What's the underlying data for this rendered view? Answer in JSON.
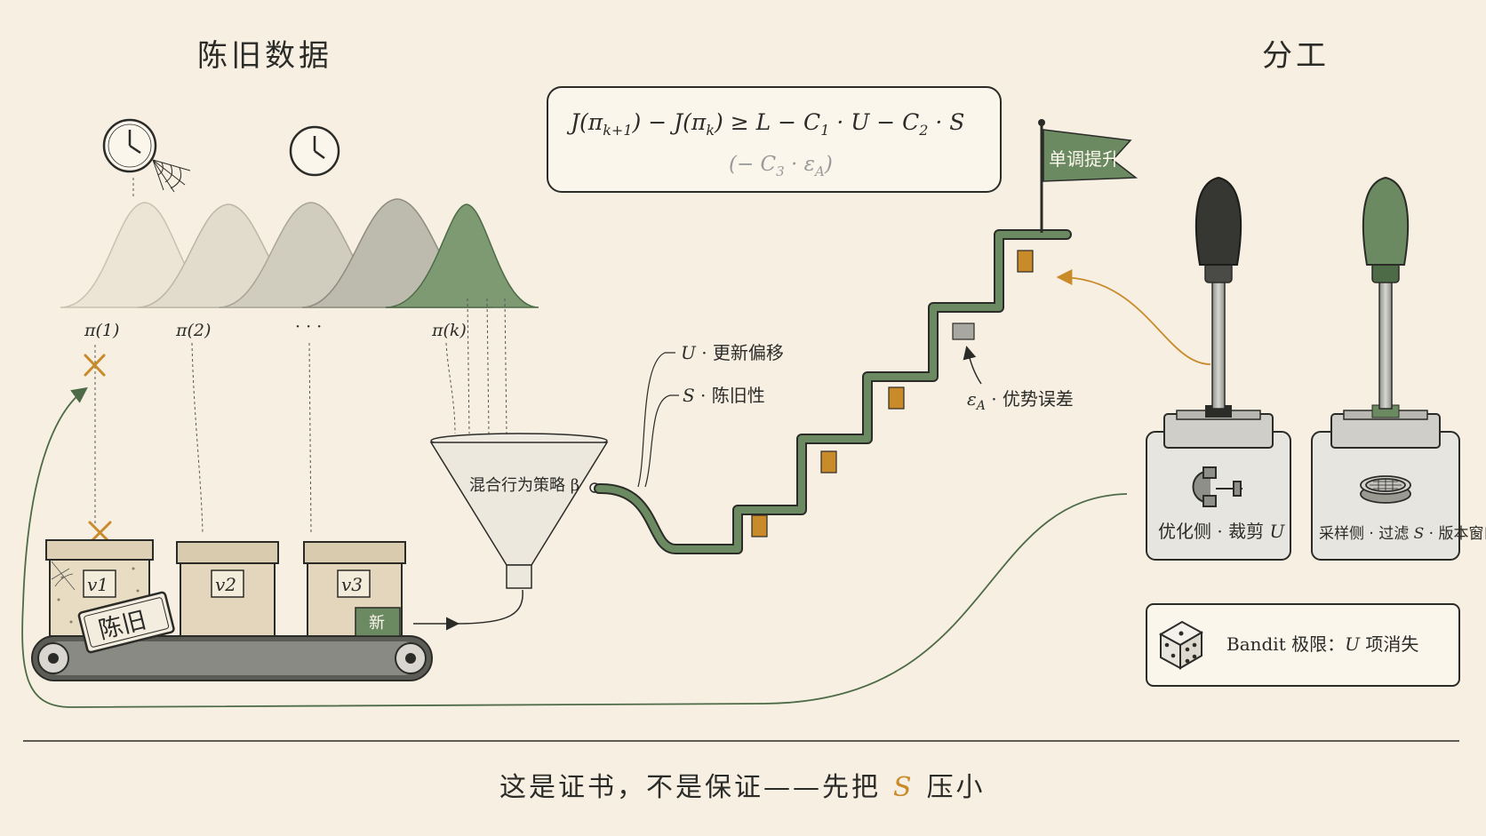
{
  "titles": {
    "left": "陈旧数据",
    "right": "分工"
  },
  "formula": {
    "main": "J(π_{k+1}) − J(π_k) ≥ L − C_1 · U − C_2 · S",
    "secondary": "(− C_3 · ε_A)"
  },
  "policies": {
    "labels": [
      "π(1)",
      "π(2)",
      "· · ·",
      "π(k)"
    ]
  },
  "boxes": {
    "labels": [
      "v1",
      "v2",
      "v3"
    ],
    "stale_tag": "陈旧",
    "new_tag": "新"
  },
  "funnel": {
    "label": "混合行为策略 β"
  },
  "terms": {
    "u_label": "U · 更新偏移",
    "s_label": "S · 陈旧性",
    "epsilon_label": "ε_A · 优势误差"
  },
  "flag": {
    "label": "单调提升"
  },
  "levers": {
    "optimizer_label": "优化侧 · 裁剪 U",
    "sampler_label": "采样侧 · 过滤 S · 版本窗口"
  },
  "bandit": {
    "label": "Bandit 极限：U 项消失"
  },
  "footer": {
    "prefix": "这是证书，不是保证——先把",
    "highlight": "S",
    "suffix": "压小"
  },
  "colors": {
    "background": "#f6efe2",
    "green": "#6b8a62",
    "dark_green": "#4e6b47",
    "orange": "#c98a2a",
    "ink": "#2b2b28"
  }
}
